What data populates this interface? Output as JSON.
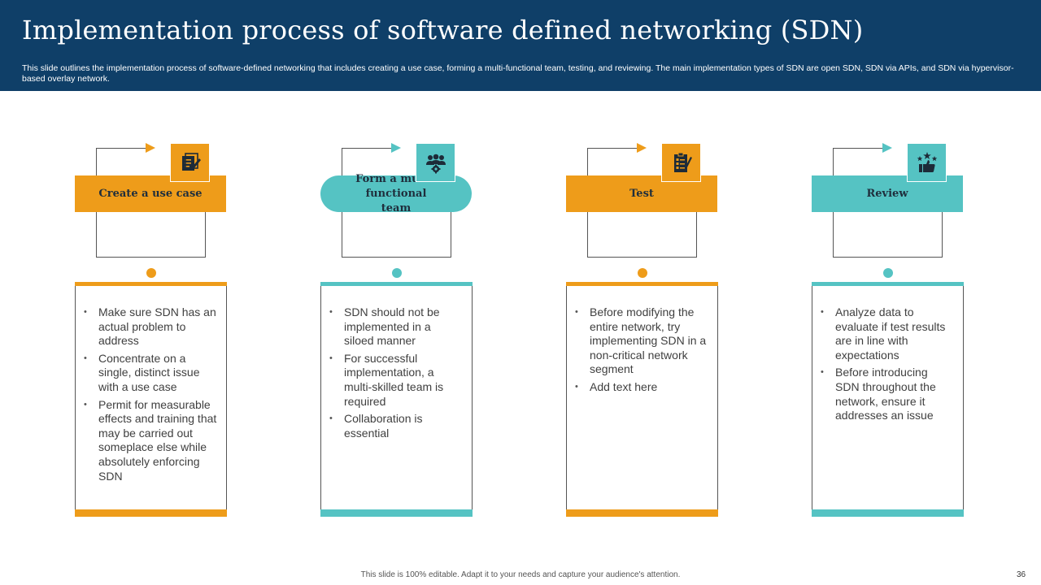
{
  "header": {
    "title": "Implementation process of software defined networking (SDN)",
    "subtitle": "This slide outlines the implementation process of software-defined networking that includes creating a use case, forming a multi-functional team, testing, and reviewing. The main implementation types of SDN are open SDN, SDN via APIs,  and SDN via hypervisor-based overlay network."
  },
  "colors": {
    "header_bg": "#0f3f68",
    "orange": "#ee9c1a",
    "teal": "#55c3c3",
    "dark_icon": "#1d2b38"
  },
  "steps": [
    {
      "label": "Create a use case",
      "color": "orange",
      "icon": "edit-document-icon",
      "bullets": [
        "Make sure SDN has an actual problem to address",
        "Concentrate on a single, distinct issue with a use case",
        "Permit for measurable effects and training that may be carried out someplace else while absolutely enforcing SDN"
      ]
    },
    {
      "label": "Form a multi-functional team",
      "color": "teal",
      "icon": "team-gear-icon",
      "bullets": [
        "SDN should not be implemented in a siloed manner",
        "For successful implementation, a multi-skilled team is required",
        "Collaboration is essential"
      ]
    },
    {
      "label": "Test",
      "color": "orange",
      "icon": "checklist-clipboard-icon",
      "bullets": [
        "Before modifying the entire network, try implementing SDN in a non-critical network segment",
        "Add text here"
      ]
    },
    {
      "label": "Review",
      "color": "teal",
      "icon": "thumbs-up-stars-icon",
      "bullets": [
        "Analyze data to evaluate if test results are in line with expectations",
        "Before introducing SDN throughout the network, ensure it addresses an issue"
      ]
    }
  ],
  "footer": {
    "note": "This slide is 100% editable. Adapt it to your needs and capture your audience's attention.",
    "page_number": "36"
  }
}
